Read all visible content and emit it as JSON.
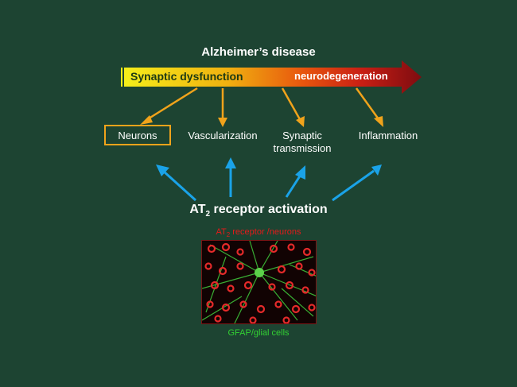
{
  "title": "Alzheimer’s disease",
  "bar": {
    "left_label": "Synaptic dysfunction",
    "right_label": "neurodegeneration"
  },
  "targets": [
    {
      "label": "Neurons"
    },
    {
      "label": "Vascularization"
    },
    {
      "label_line1": "Synaptic",
      "label_line2": "transmission"
    },
    {
      "label": "Inflammation"
    }
  ],
  "activation": {
    "prefix": "AT",
    "subscript": "2",
    "suffix": " receptor activation"
  },
  "micrograph": {
    "top_prefix": "AT",
    "top_subscript": "2",
    "top_suffix": " receptor /neurons",
    "bottom_label": "GFAP/glial cells"
  },
  "colors": {
    "background": "#1d4432",
    "orange_arrows": "#f0a31b",
    "blue_arrows": "#1aa3e8",
    "bar_start": "#f5ee1a",
    "bar_mid": "#e86a0c",
    "bar_end": "#8b0e12"
  }
}
